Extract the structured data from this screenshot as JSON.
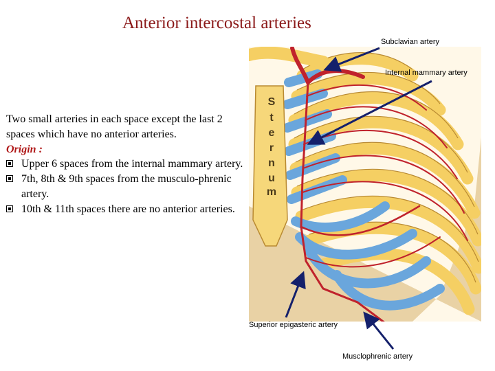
{
  "title": "Anterior intercostal arteries",
  "intro": "Two small arteries in each space except the last 2 spaces which have no anterior arteries.",
  "origin_label": "Origin :",
  "bullets": [
    "Upper 6 spaces from the internal mammary artery.",
    "7th, 8th & 9th spaces from the musculo-phrenic artery.",
    "10th & 11th spaces there are no anterior arteries."
  ],
  "figure": {
    "sternum_letters": [
      "S",
      "t",
      "e",
      "r",
      "n",
      "u",
      "m"
    ],
    "labels": {
      "subclavian": "Subclavian artery",
      "internal_mammary": "Internal mammary artery",
      "superior_epigasteric": "Superior epigasteric artery",
      "musclophrenic": "Musclophrenic artery"
    },
    "colors": {
      "bone": "#f5cf63",
      "cartilage": "#6aa6dc",
      "artery": "#c0222c",
      "pointer": "#14206b"
    }
  }
}
